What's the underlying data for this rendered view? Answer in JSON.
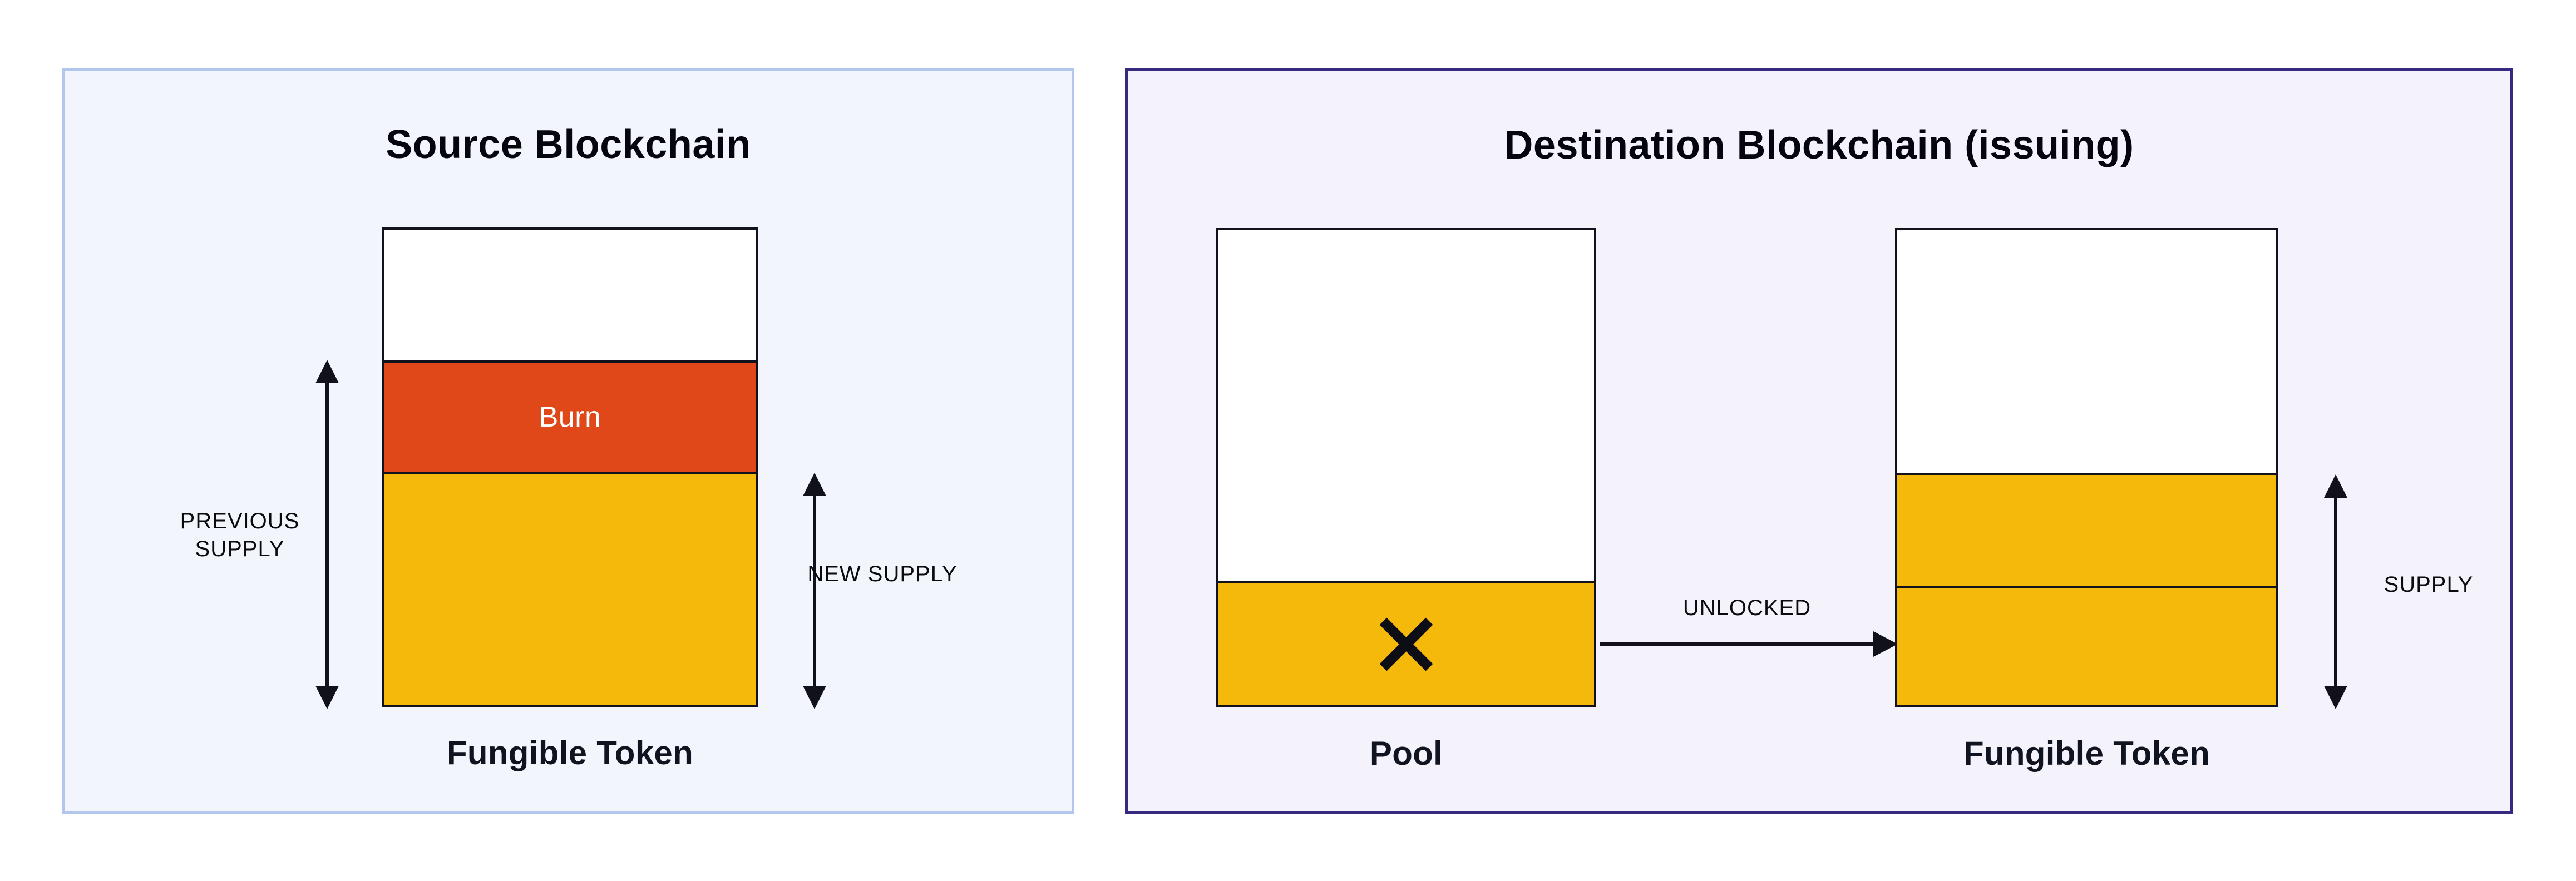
{
  "colors": {
    "page_background": "#ffffff",
    "source_panel_background": "#F2F6FC",
    "source_panel_border": "#B3C6EE",
    "destination_panel_background": "#F4F2FB",
    "destination_panel_border": "#38287F",
    "bar_outline": "#12121F",
    "burn_orange": "#E0481A",
    "supply_yellow": "#F5B90C",
    "segment_white": "#FFFFFF",
    "burn_text": "#FFFFFF",
    "text_dark": "#101320"
  },
  "panels": {
    "source": {
      "title": "Source Blockchain",
      "bar": {
        "label": "Fungible Token",
        "segments": [
          {
            "name": "untracked-top",
            "color": "#FFFFFF",
            "height": "27.5%",
            "label": ""
          },
          {
            "name": "burn",
            "color": "#E0481A",
            "height": "23.4%",
            "label": "Burn"
          },
          {
            "name": "new-supply",
            "color": "#F5B90C",
            "height": "49.1%",
            "label": ""
          }
        ]
      },
      "annotations": {
        "previous_supply": "PREVIOUS SUPPLY",
        "new_supply": "NEW SUPPLY"
      }
    },
    "destination": {
      "title": "Destination Blockchain (issuing)",
      "pool_bar": {
        "label": "Pool",
        "segments": [
          {
            "name": "pool-empty",
            "color": "#FFFFFF",
            "height": "73.9%"
          },
          {
            "name": "pool-unlocked-crossed-out",
            "color": "#F5B90C",
            "height": "26.1%",
            "icon": "cross"
          }
        ]
      },
      "token_bar": {
        "label": "Fungible Token",
        "segments": [
          {
            "name": "untracked-top",
            "color": "#FFFFFF",
            "height": "51.0%"
          },
          {
            "name": "supply-upper",
            "color": "#F5B90C",
            "height": "24.0%"
          },
          {
            "name": "supply-lower",
            "color": "#F5B90C",
            "height": "25.0%"
          }
        ]
      },
      "annotations": {
        "unlocked": "UNLOCKED",
        "supply": "SUPPLY"
      }
    }
  }
}
